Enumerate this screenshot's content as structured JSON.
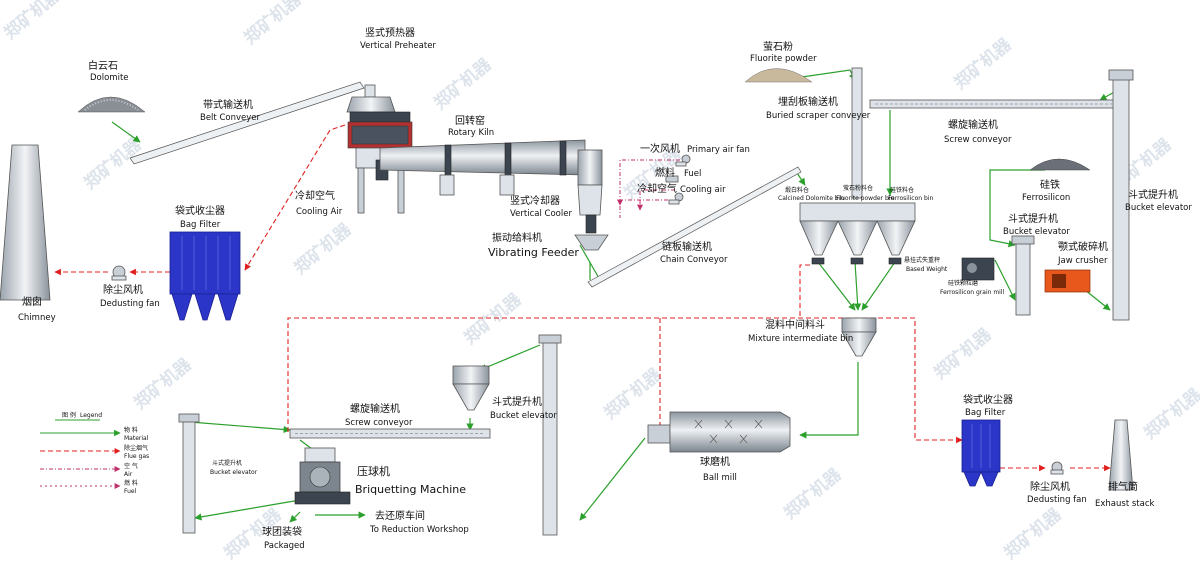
{
  "labels": {
    "vertical_preheater_zh": "竖式预热器",
    "vertical_preheater_en": "Vertical Preheater",
    "dolomite_zh": "白云石",
    "dolomite_en": "Dolomite",
    "belt_conveyer_zh": "带式输送机",
    "belt_conveyer_en": "Belt Conveyer",
    "rotary_kiln_zh": "回转窑",
    "rotary_kiln_en": "Rotary Kiln",
    "primary_air_fan_zh": "一次风机",
    "primary_air_fan_en": "Primary air fan",
    "fuel_zh": "燃料",
    "fuel_en": "Fuel",
    "cooling_air_zh": "冷却空气",
    "cooling_air_en": "Cooling air",
    "cooling_air2_zh": "冷却空气",
    "cooling_air2_en": "Cooling Air",
    "vertical_cooler_zh": "竖式冷却器",
    "vertical_cooler_en": "Vertical Cooler",
    "vibrating_feeder_zh": "振动给料机",
    "vibrating_feeder_en": "Vibrating Feeder",
    "bag_filter_zh": "袋式收尘器",
    "bag_filter_en": "Bag Filter",
    "dedusting_fan_zh": "除尘风机",
    "dedusting_fan_en": "Dedusting fan",
    "chimney_zh": "烟囱",
    "chimney_en": "Chimney",
    "fluorite_powder_zh": "萤石粉",
    "fluorite_powder_en": "Fluorite powder",
    "buried_scraper_zh": "埋刮板输送机",
    "buried_scraper_en": "Buried scraper conveyer",
    "screw_conveyor_zh": "螺旋输送机",
    "screw_conveyor_en": "Screw conveyor",
    "bucket_elevator_zh": "斗式提升机",
    "bucket_elevator_en": "Bucket elevator",
    "calcined_bin_zh": "煅白料仓",
    "calcined_bin_en": "Calcined Dolomite bin",
    "fluorite_bin_zh": "萤石粉料仓",
    "fluorite_bin_en": "Fluorite powder bin",
    "ferro_bin_zh": "硅铁料仓",
    "ferro_bin_en": "Ferrosilicon bin",
    "chain_conveyor_zh": "链板输送机",
    "chain_conveyor_en": "Chain Conveyor",
    "ferrosilicon_zh": "硅铁",
    "ferrosilicon_en": "Ferrosilicon",
    "bucket_elevator2_zh": "斗式提升机",
    "bucket_elevator2_en": "Bucket elevator",
    "jaw_crusher_zh": "颚式破碎机",
    "jaw_crusher_en": "Jaw crusher",
    "based_weight_zh": "悬挂式失重秤",
    "based_weight_en": "Based Weight",
    "grain_mill_zh": "硅铁颗粒磨",
    "grain_mill_en": "Ferrosilicon grain mill",
    "mixture_bin_zh": "混料中间料斗",
    "mixture_bin_en": "Mixture intermediate bin",
    "bucket_elevator3_zh": "斗式提升机",
    "bucket_elevator3_en": "Bucket elevator",
    "screw_conveyor2_zh": "螺旋输送机",
    "screw_conveyor2_en": "Screw conveyor",
    "bucket_elevator_small_zh": "斗式提升机",
    "bucket_elevator_small_en": "Bucket elevator",
    "briquetting_zh": "压球机",
    "briquetting_en": "Briquetting Machine",
    "packaged_zh": "球团装袋",
    "packaged_en": "Packaged",
    "reduction_zh": "去还原车间",
    "reduction_en": "To Reduction Workshop",
    "ball_mill_zh": "球磨机",
    "ball_mill_en": "Ball mill",
    "bag_filter2_zh": "袋式收尘器",
    "bag_filter2_en": "Bag Filter",
    "dedusting_fan2_zh": "除尘风机",
    "dedusting_fan2_en": "Dedusting fan",
    "exhaust_zh": "排气筒",
    "exhaust_en": "Exhaust stack",
    "bucket_elevator_right_zh": "斗式提升机",
    "bucket_elevator_right_en": "Bucket elevator"
  },
  "legend": {
    "title_zh": "图 例",
    "title_en": "Legend",
    "material_zh": "物 料",
    "material_en": "Material",
    "flue_zh": "除尘烟气",
    "flue_en": "Flue gas",
    "air_zh": "空 气",
    "air_en": "Air",
    "fuel_zh": "燃 料",
    "fuel_en": "Fuel"
  },
  "watermark": "郑矿机器",
  "colors": {
    "material": "#2ca02c",
    "flue_gas": "#e02020",
    "air": "#c0306a",
    "filter": "#2b36c8",
    "crusher": "#e8571c"
  }
}
